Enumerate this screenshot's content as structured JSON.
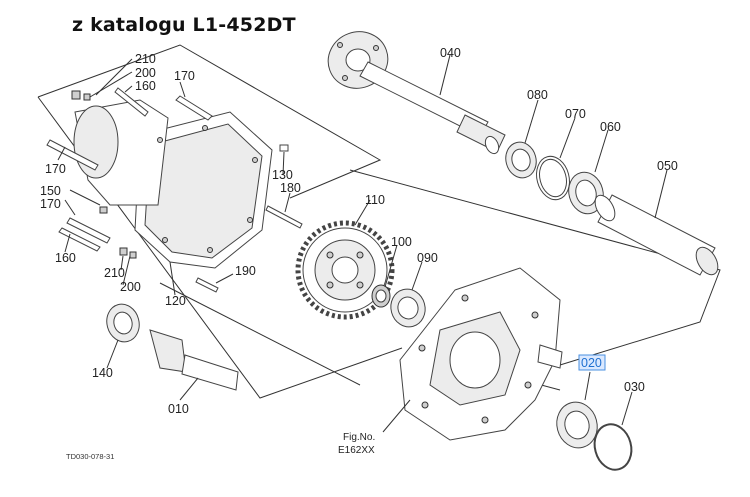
{
  "title": "z katalogu L1-452DT",
  "selected_part": "020",
  "colors": {
    "highlight_bg": "#dbe9ff",
    "highlight_border": "#4a90e2",
    "highlight_text": "#1e6fd0"
  },
  "parts": {
    "p010": "010",
    "p020": "020",
    "p030": "030",
    "p040": "040",
    "p050": "050",
    "p060": "060",
    "p070": "070",
    "p080": "080",
    "p090": "090",
    "p100": "100",
    "p110": "110",
    "p120": "120",
    "p130": "130",
    "p140": "140",
    "p150": "150",
    "p160a": "160",
    "p160b": "160",
    "p170a": "170",
    "p170b": "170",
    "p170c": "170",
    "p180": "180",
    "p190": "190",
    "p200a": "200",
    "p200b": "200",
    "p210a": "210",
    "p210b": "210"
  },
  "fig_label": "Fig.No.",
  "fig_number": "E162XX",
  "drawing_code": "TD030-078-31"
}
